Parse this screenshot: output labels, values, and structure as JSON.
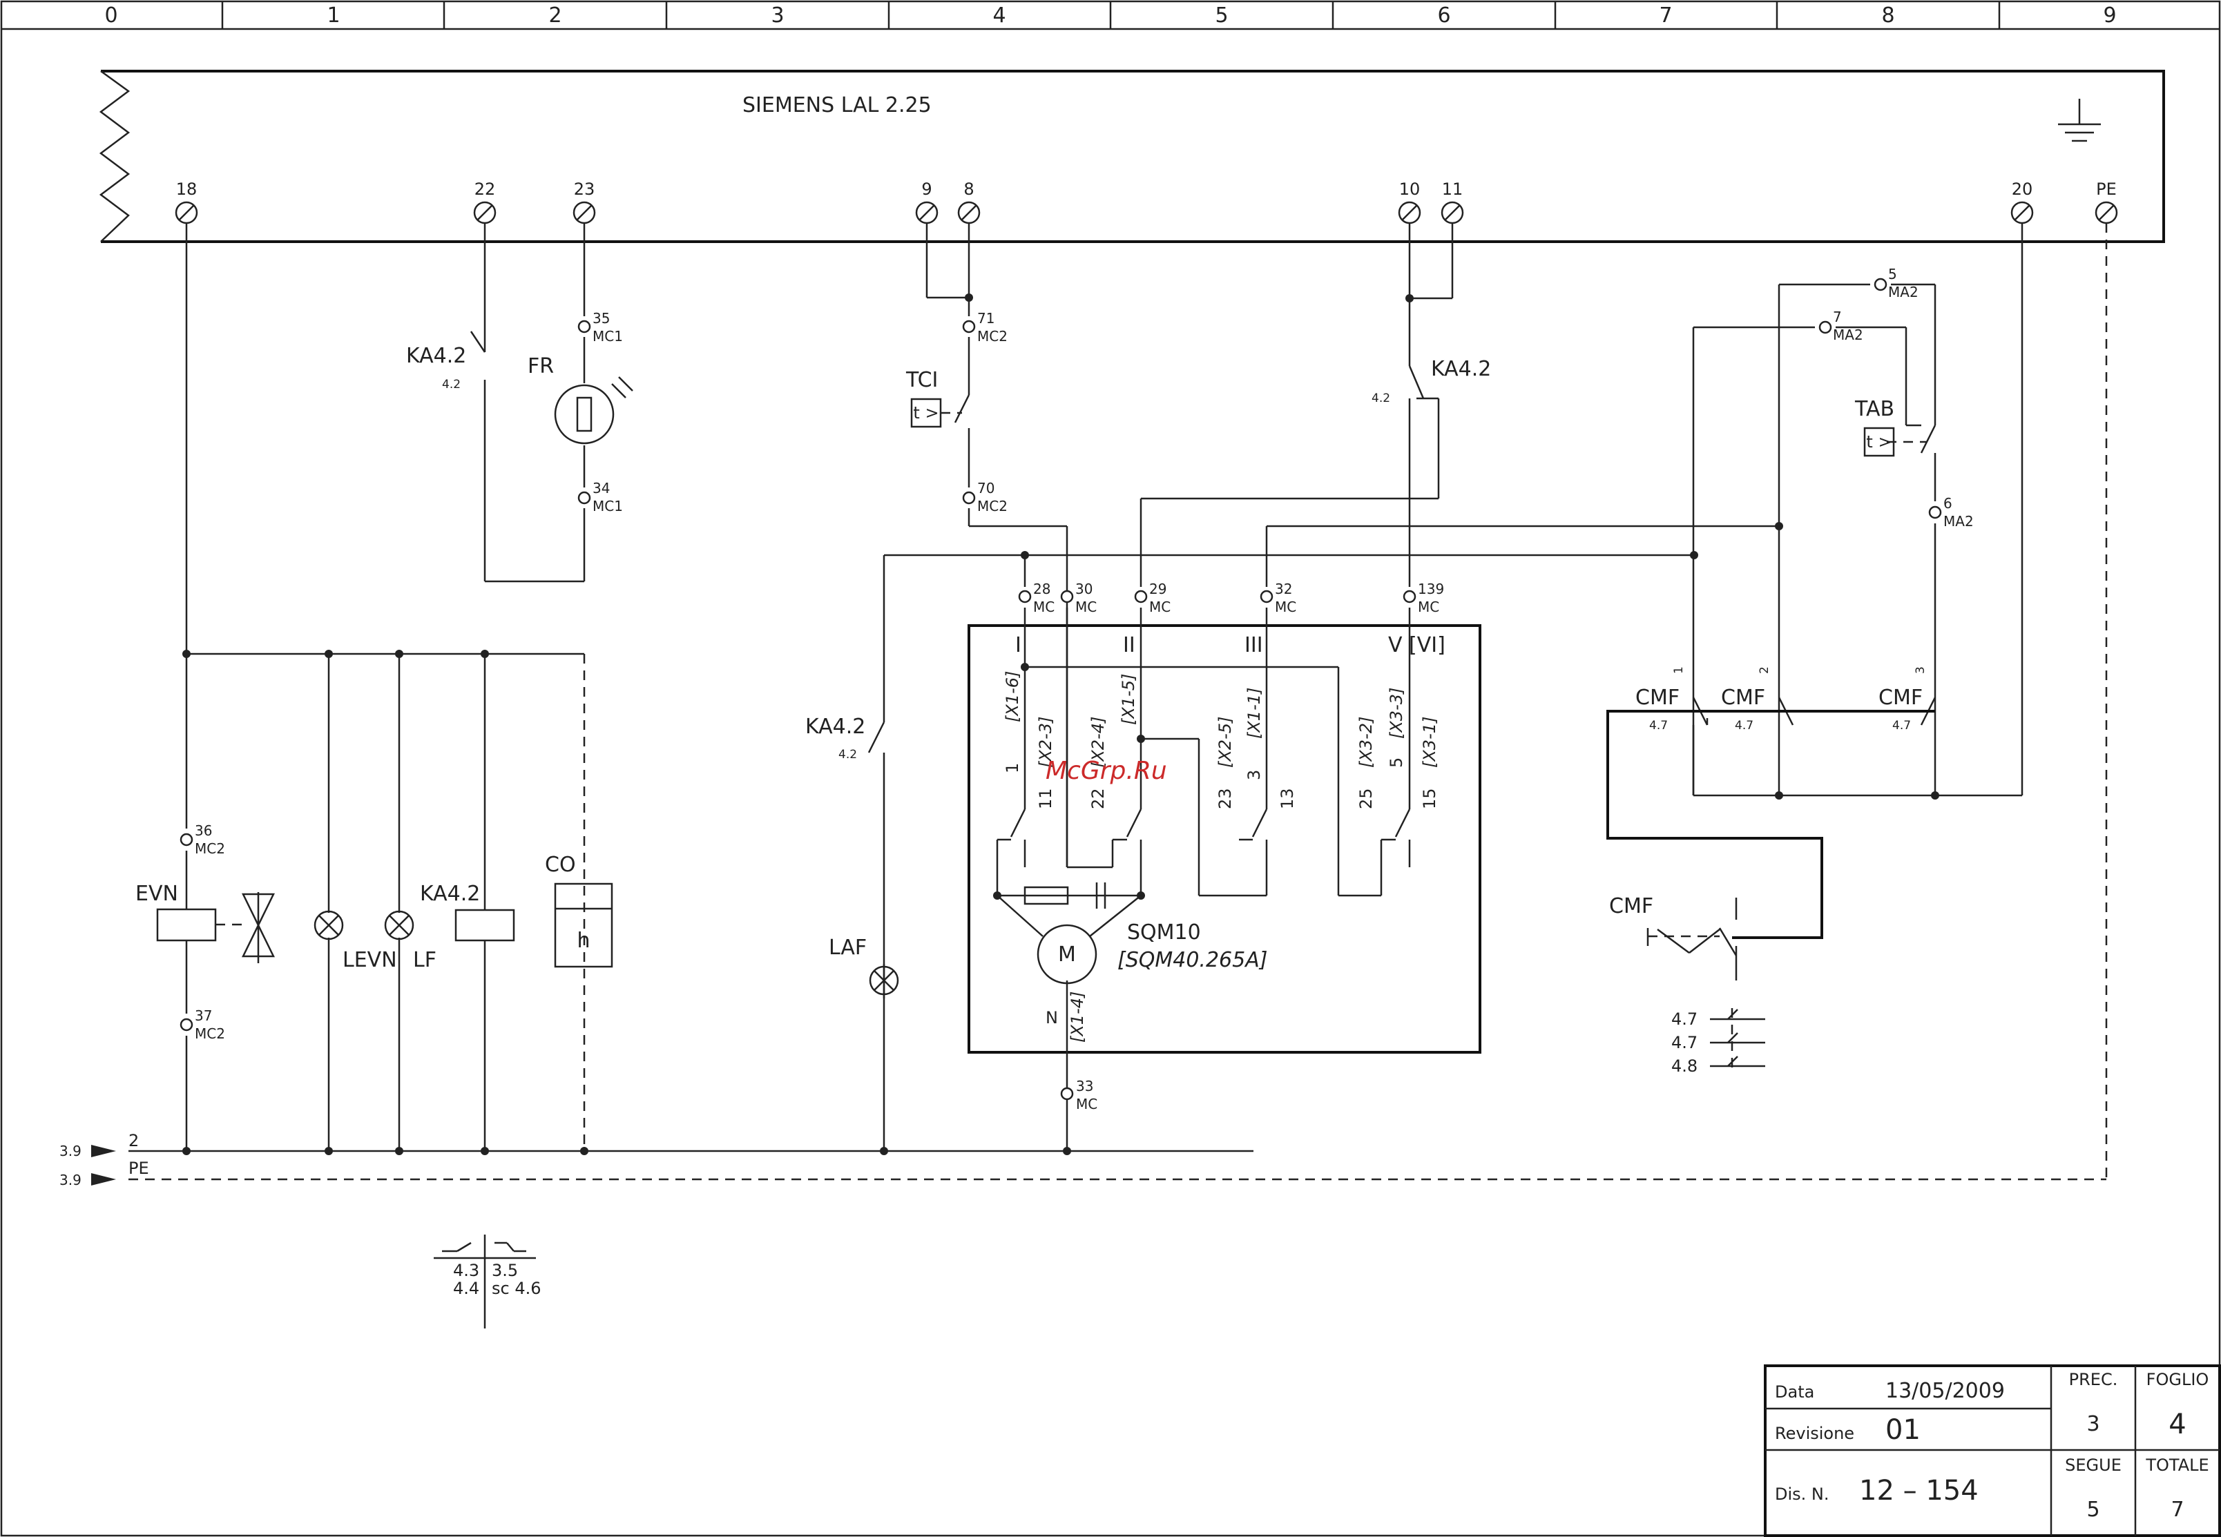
{
  "grid": {
    "columns": [
      "0",
      "1",
      "2",
      "3",
      "4",
      "5",
      "6",
      "7",
      "8",
      "9"
    ]
  },
  "controller": {
    "title": "SIEMENS LAL 2.25",
    "terminals": [
      "18",
      "22",
      "23",
      "9",
      "8",
      "10",
      "11",
      "20",
      "PE"
    ]
  },
  "labels": {
    "ka42": "KA4.2",
    "ka42_ref": "4.2",
    "fr": "FR",
    "tci": "TCI",
    "tab": "TAB",
    "evn": "EVN",
    "levn": "LEVN",
    "lf": "LF",
    "co": "CO",
    "h": "h",
    "laf": "LAF",
    "cmf": "CMF",
    "cmf_ref": "4.7",
    "sqm": "SQM10",
    "sqm_model": "[SQM40.265A]",
    "motor": "M",
    "n": "N",
    "t_gt": "t >"
  },
  "terminals": {
    "t35": "35",
    "t34": "34",
    "mc1": "MC1",
    "t71": "71",
    "t70": "70",
    "mc2": "MC2",
    "t36": "36",
    "t37": "37",
    "t33": "33",
    "mc": "MC",
    "t28": "28",
    "t30": "30",
    "t29": "29",
    "t32": "32",
    "t139": "139",
    "t5": "5",
    "t7": "7",
    "t6": "6",
    "ma2": "MA2",
    "c1": "1",
    "c2": "2",
    "c3": "3"
  },
  "cam_labels": {
    "roman": [
      "I",
      "II",
      "III",
      "V [VI]"
    ],
    "x16": "[X1-6]",
    "x23": "[X2-3]",
    "x24": "[X2-4]",
    "x15": "[X1-5]",
    "x25": "[X2-5]",
    "x11": "[X1-1]",
    "x32": "[X3-2]",
    "x33": "[X3-3]",
    "x31": "[X3-1]",
    "x14": "[X1-4]",
    "n1": "1",
    "n11": "11",
    "n22": "22",
    "n23": "23",
    "n3": "3",
    "n13": "13",
    "n25": "25",
    "n5": "5",
    "n15": "15"
  },
  "bus": {
    "ref1": "3.9",
    "ref2": "3.9",
    "line1": "2",
    "line2": "PE"
  },
  "contacts_legend": {
    "no": [
      "4.3",
      "4.4"
    ],
    "nc": [
      "3.5",
      "sc  4.6"
    ],
    "cmf_refs": [
      "4.7",
      "4.7",
      "4.8"
    ]
  },
  "watermark": "McGrp.Ru",
  "title_block": {
    "data_label": "Data",
    "data_value": "13/05/2009",
    "rev_label": "Revisione",
    "rev_value": "01",
    "dis_label": "Dis. N.",
    "dis_value": "12  –  154",
    "prec_label": "PREC.",
    "prec_value": "3",
    "foglio_label": "FOGLIO",
    "foglio_value": "4",
    "segue_label": "SEGUE",
    "segue_value": "5",
    "totale_label": "TOTALE",
    "totale_value": "7"
  }
}
